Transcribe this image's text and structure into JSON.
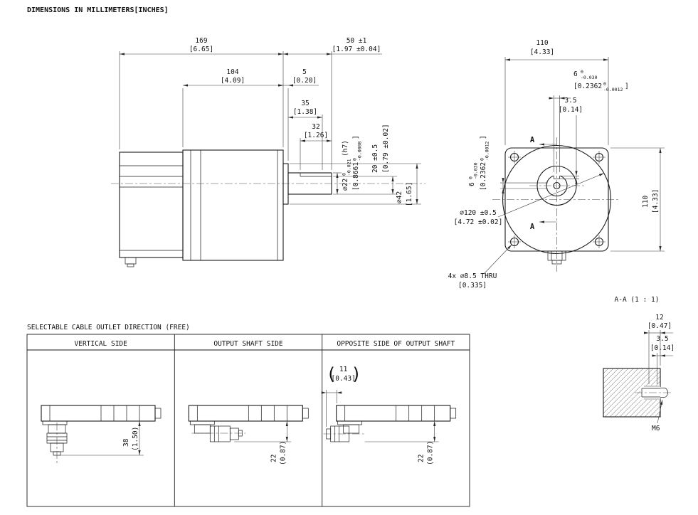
{
  "colors": {
    "ink": "#1a1a1a",
    "background": "#ffffff"
  },
  "note": "DIMENSIONS IN MILLIMETERS[INCHES]",
  "side_view": {
    "total_len": {
      "mm": "169",
      "in": "[6.65]"
    },
    "shaft_len": {
      "mm": "50 ±1",
      "in": "[1.97 ±0.04]"
    },
    "gear_len": {
      "mm": "104",
      "in": "[4.09]"
    },
    "boss_len": {
      "mm": "5",
      "in": "[0.20]"
    },
    "h7_len": {
      "mm": "35",
      "in": "[1.38]"
    },
    "key_len": {
      "mm": "32",
      "in": "[1.26]"
    },
    "shaft_dia": {
      "mm": "⌀22",
      "tol_hi": "0",
      "tol_lo": "-0.021",
      "fit": "(h7)",
      "in_open": "[0.8661",
      "in_hi": "0",
      "in_lo": "-0.0008",
      "in_close": "]"
    },
    "key_top": {
      "mm": "20 ±0.5",
      "in": "[0.79 ±0.02]"
    },
    "boss_dia": {
      "mm": "⌀42",
      "in": "[1.65]"
    }
  },
  "front_view": {
    "width": {
      "mm": "110",
      "in": "[4.33]"
    },
    "height": {
      "mm": "110",
      "in": "[4.33]"
    },
    "key_width_top": {
      "mm": "6",
      "tol_hi": "0",
      "tol_lo": "-0.030",
      "in_open": "[0.2362",
      "in_hi": "0",
      "in_lo": "-0.0012",
      "in_close": "]"
    },
    "key_width_left": {
      "mm": "6",
      "tol_hi": "0",
      "tol_lo": "-0.030",
      "in_open": "[0.2362",
      "in_hi": "0",
      "in_lo": "-0.0012",
      "in_close": "]"
    },
    "key_depth": {
      "mm": "3.5",
      "in": "[0.14]"
    },
    "pilot_dia": {
      "mm": "⌀120 ±0.5",
      "in": "[4.72 ±0.02]"
    },
    "mount_holes": {
      "mm": "4x ⌀8.5 THRU",
      "in": "[0.335]"
    },
    "section_mark": "A",
    "section_title": "A-A (1 : 1)"
  },
  "section_view": {
    "tap_depth": {
      "mm": "12",
      "in": "[0.47]"
    },
    "key_depth": {
      "mm": "3.5",
      "in": "[0.14]"
    },
    "thread": "M6"
  },
  "cable_table": {
    "title": "SELECTABLE CABLE OUTLET DIRECTION (FREE)",
    "columns": [
      "VERTICAL SIDE",
      "OUTPUT SHAFT SIDE",
      "OPPOSITE SIDE OF OUTPUT SHAFT"
    ],
    "vertical_dim": {
      "mm": "38",
      "in": "(1.50)"
    },
    "shaft_side_dim": {
      "mm": "22",
      "in": "(0.87)"
    },
    "opposite_dim": {
      "mm": "22",
      "in": "(0.87)"
    },
    "protrusion_dim": {
      "mm": "11",
      "in": "[0.43]",
      "paren_open": "(",
      "paren_close": ")"
    }
  }
}
